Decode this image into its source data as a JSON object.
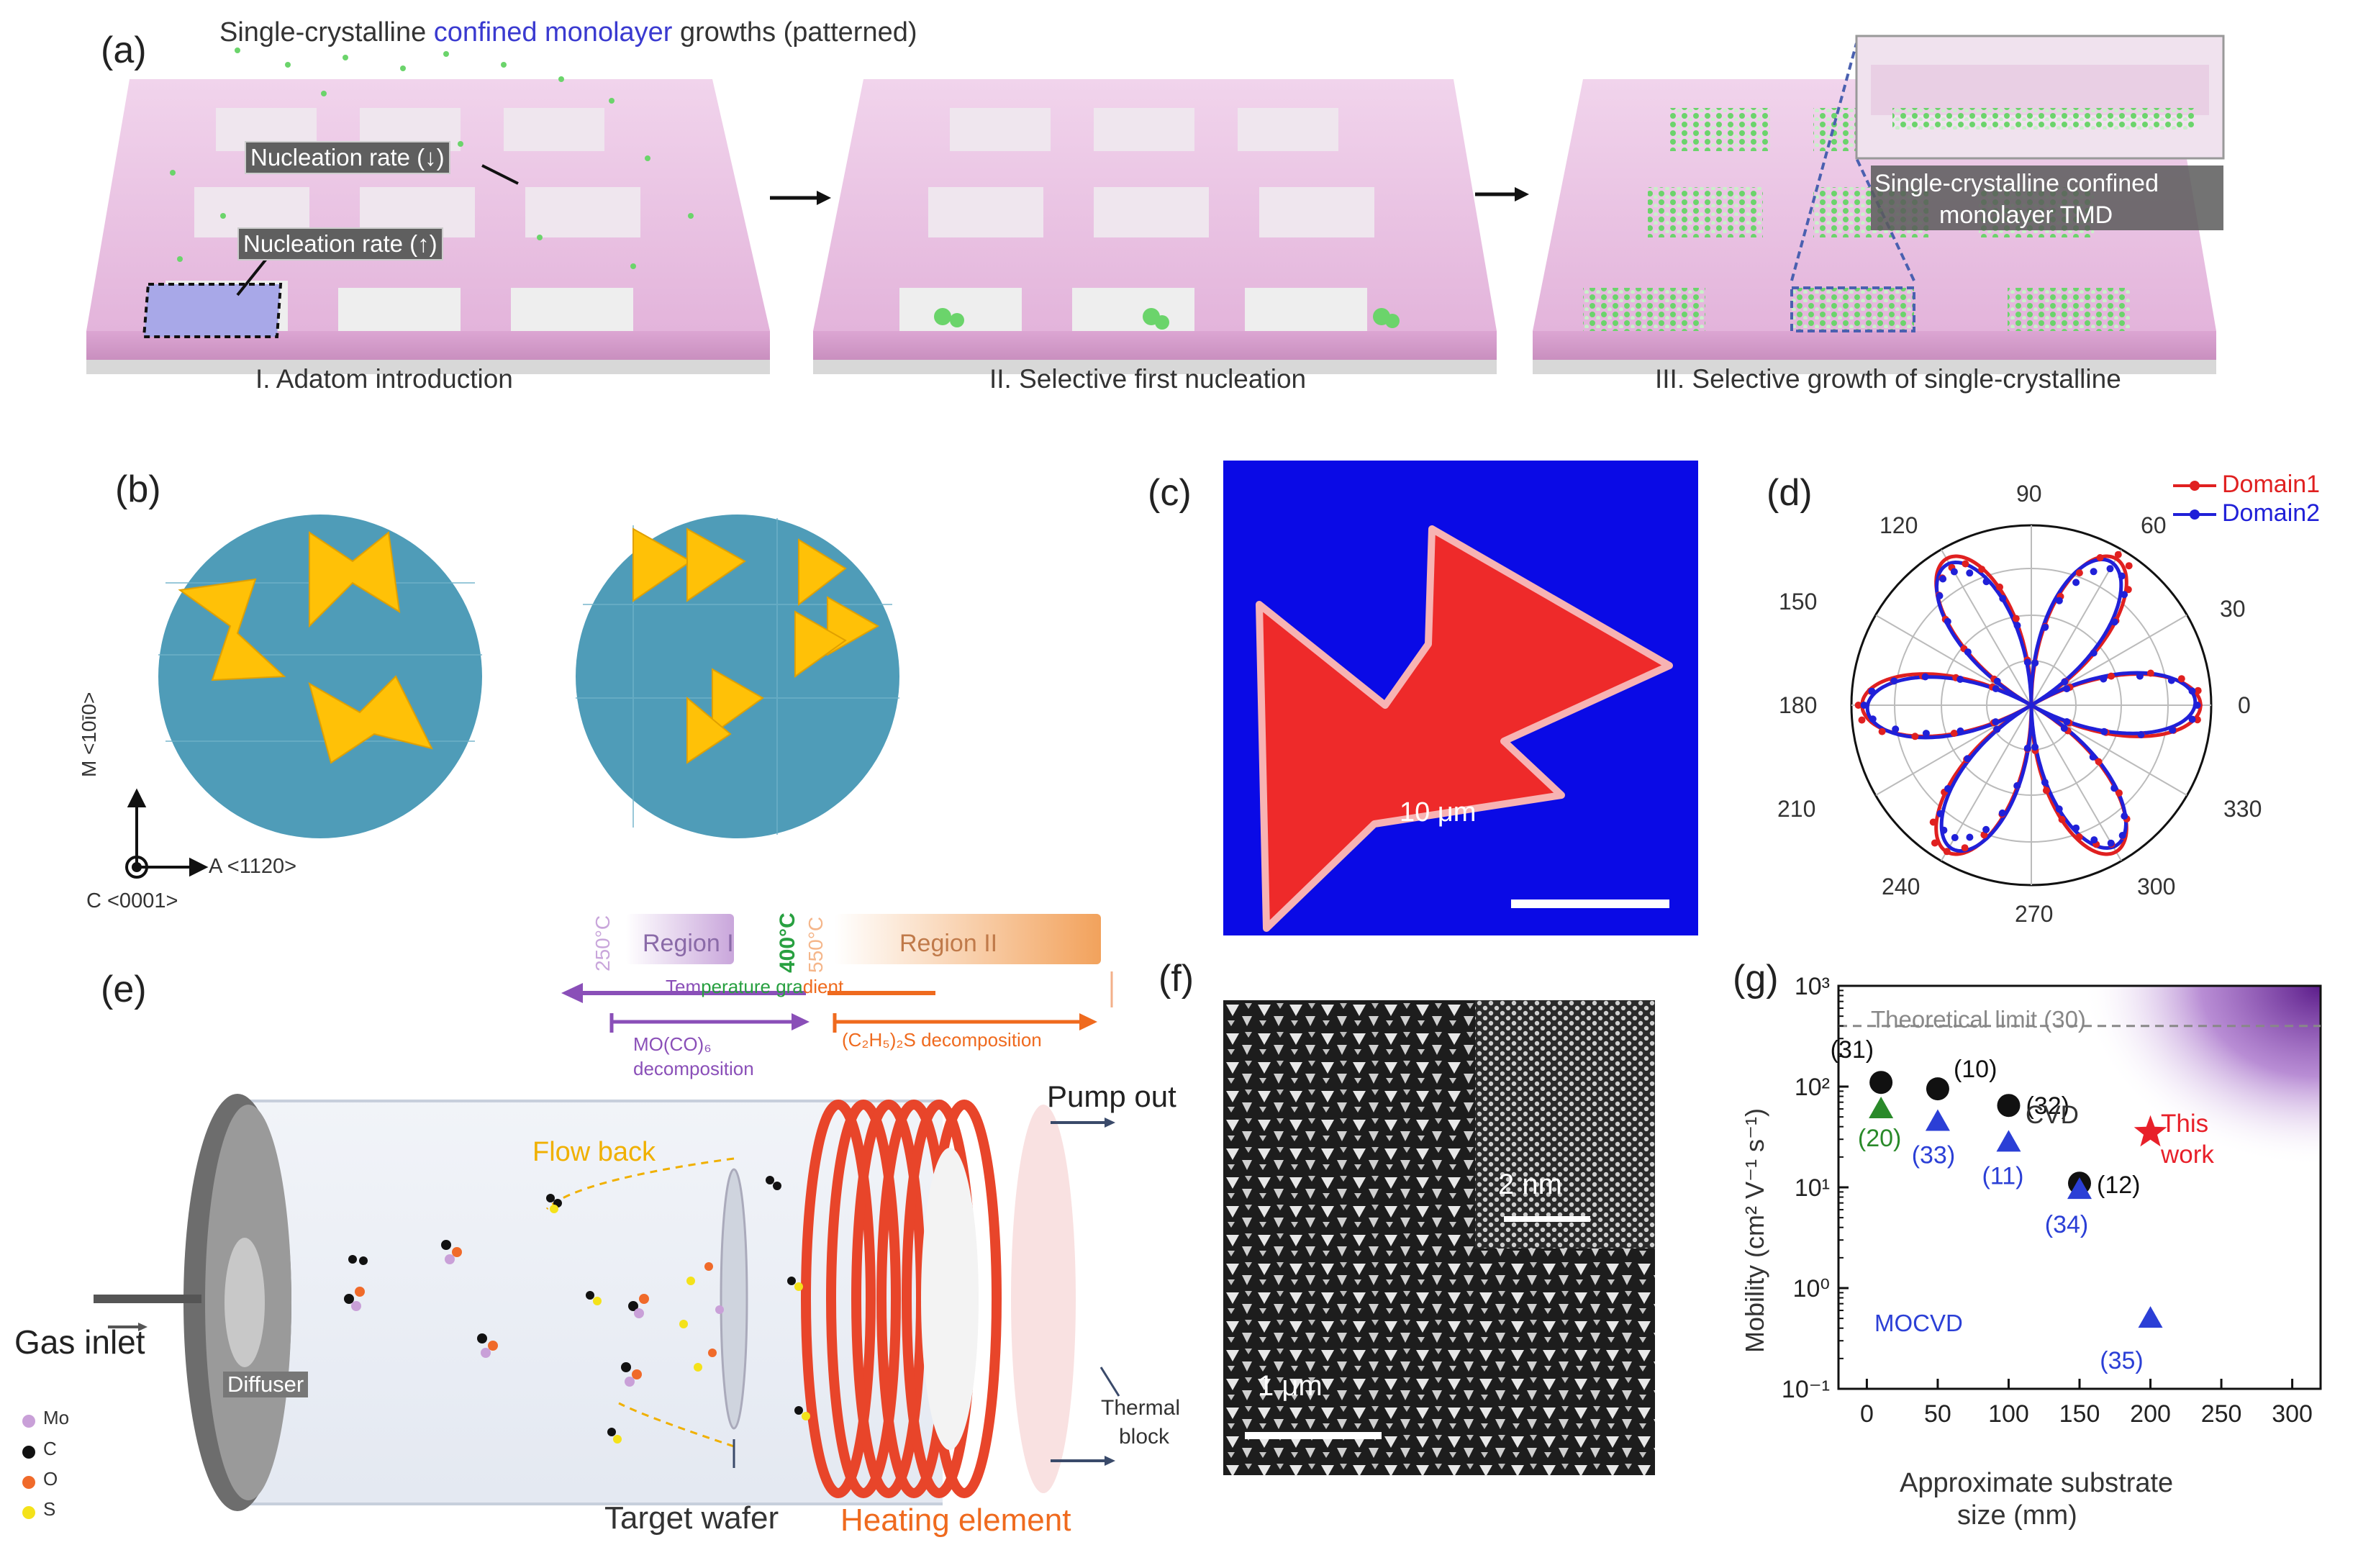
{
  "panel_a": {
    "label": "(a)",
    "heading_pre": "Single-crystalline ",
    "heading_blue": "confined monolayer",
    "heading_post": " growths (patterned)",
    "nucleation_low": "Nucleation rate (↓)",
    "nucleation_high": "Nucleation rate (↑)",
    "step1": "I. Adatom introduction",
    "step2": "II. Selective first nucleation",
    "step3": "III. Selective growth of single-crystalline",
    "inset_line1": "Single-crystalline confined",
    "inset_line2": "monolayer TMD"
  },
  "panel_b": {
    "label": "(b)",
    "axis_m": "M <10$\\bar{1}$0>",
    "axis_m_display": "M <10ī0>",
    "axis_a": "A <1120>",
    "axis_c": "C <0001>"
  },
  "panel_c": {
    "label": "(c)",
    "scale": "10 μm"
  },
  "panel_d": {
    "label": "(d)",
    "legend1": "Domain1",
    "legend2": "Domain2",
    "angles": [
      "90",
      "60",
      "30",
      "0",
      "330",
      "300",
      "270",
      "240",
      "210",
      "180",
      "150",
      "120"
    ]
  },
  "panel_e": {
    "label": "(e)",
    "t250": "250°C",
    "t400": "400°C",
    "t550": "550°C",
    "region1": "Region I",
    "region2": "Region II",
    "gradient_pre": "Tem",
    "gradient_mid": "perature gra",
    "gradient_post": "dient",
    "mo_decomp1": "MO(CO)₆",
    "mo_decomp2": "decomposition",
    "s_decomp": "(C₂H₅)₂S decomposition",
    "pump_out": "Pump out",
    "flow_back": "Flow back",
    "gas_inlet": "Gas inlet",
    "diffuser": "Diffuser",
    "thermal1": "Thermal",
    "thermal2": "block",
    "target_wafer": "Target wafer",
    "heating": "Heating element",
    "legend": [
      {
        "name": "Mo",
        "color": "#c9a0d8"
      },
      {
        "name": "C",
        "color": "#111111"
      },
      {
        "name": "O",
        "color": "#f06a2a"
      },
      {
        "name": "S",
        "color": "#f4e21a"
      }
    ]
  },
  "panel_f": {
    "label": "(f)",
    "scale_big": "1 μm",
    "scale_small": "2 nm"
  },
  "panel_g": {
    "label": "(g)",
    "ylabel": "Mobility (cm² V⁻¹ s⁻¹)",
    "xlabel1": "Approximate substrate",
    "xlabel2": "size (mm)",
    "theoretical": "Theoretical limit (30)",
    "cvd": "CVD",
    "mocvd": "MOCVD",
    "this_work1": "This",
    "this_work2": "work"
  },
  "chart_data": {
    "type": "scatter",
    "xlabel": "Approximate substrate size (mm)",
    "ylabel": "Mobility (cm² V⁻¹ s⁻¹)",
    "xlim": [
      -20,
      320
    ],
    "ylim": [
      0.1,
      1000
    ],
    "yscale": "log",
    "xticks": [
      "0",
      "50",
      "100",
      "150",
      "200",
      "250",
      "300"
    ],
    "yticks": [
      "10⁻¹",
      "10⁰",
      "10¹",
      "10²",
      "10³"
    ],
    "reference_line": {
      "label": "Theoretical limit (30)",
      "y": 400
    },
    "series": [
      {
        "name": "CVD",
        "color": "#111111",
        "marker": "circle",
        "points": [
          {
            "x": 10,
            "y": 110,
            "label": "(31)"
          },
          {
            "x": 50,
            "y": 95,
            "label": "(10)"
          },
          {
            "x": 100,
            "y": 65,
            "label": "(32)"
          },
          {
            "x": 150,
            "y": 11,
            "label": "(12)"
          }
        ]
      },
      {
        "name": "CVD",
        "color": "#2a8a2a",
        "marker": "triangle",
        "points": [
          {
            "x": 10,
            "y": 60,
            "label": "(20)"
          }
        ]
      },
      {
        "name": "MOCVD",
        "color": "#2b3fd6",
        "marker": "triangle",
        "points": [
          {
            "x": 50,
            "y": 45,
            "label": "(33)"
          },
          {
            "x": 100,
            "y": 28,
            "label": "(11)"
          },
          {
            "x": 150,
            "y": 9.5,
            "label": "(34)"
          },
          {
            "x": 200,
            "y": 0.5,
            "label": "(35)"
          }
        ]
      },
      {
        "name": "This work",
        "color": "#e8202a",
        "marker": "star",
        "points": [
          {
            "x": 200,
            "y": 35,
            "label": "This work"
          }
        ]
      }
    ]
  }
}
